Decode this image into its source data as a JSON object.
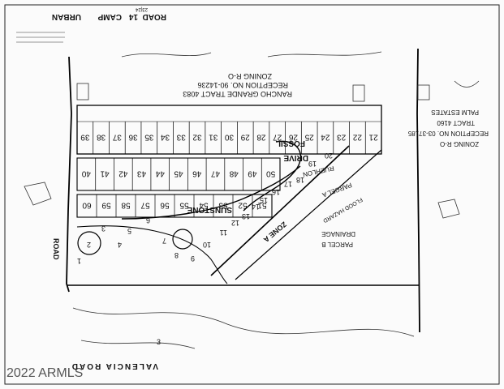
{
  "map": {
    "top_labels": {
      "camp": "CAMP",
      "urban": "URBAN",
      "unit_a": "14",
      "unit_b": "ROAD",
      "grid": "23|24"
    },
    "tract_title": {
      "line1": "RANCHO GRANDE TRACT 4083",
      "line2": "RECEPTION NO. 90-14236",
      "line3": "ZONING R-O"
    },
    "right_block": {
      "zoning": "ZONING R-O",
      "reception": "RECEPTION NO. 03-37185",
      "tract": "TRACT 4160",
      "estates": "PALM ESTATES"
    },
    "street_labels": {
      "fossil": "FOSSIL",
      "drive": "DRIVE",
      "rd": "ROAD",
      "sunstone": "SUNSTONE",
      "ruehlon": "RUEHLON",
      "parcel_a": "PARCEL A",
      "zone_a": "ZONE A",
      "flood": "FLOOD HAZARD",
      "parcel_b": "PARCEL B",
      "drainage": "DRAINAGE"
    },
    "lot_numbers": {
      "north_row": [
        "39",
        "38",
        "37",
        "36",
        "35",
        "34",
        "33",
        "32",
        "31",
        "30",
        "29",
        "28",
        "27",
        "26",
        "25",
        "24",
        "23",
        "22",
        "21"
      ],
      "middle_row": [
        "40",
        "41",
        "42",
        "43",
        "44",
        "45",
        "46",
        "47",
        "48",
        "49",
        "50"
      ],
      "south_row": [
        "60",
        "59",
        "58",
        "57",
        "56",
        "55",
        "54",
        "53",
        "52",
        "51"
      ],
      "lower": [
        "1",
        "2",
        "3",
        "4",
        "5",
        "6",
        "7",
        "8",
        "9",
        "10",
        "11",
        "12",
        "13",
        "14",
        "15",
        "16",
        "17",
        "18",
        "19",
        "20"
      ]
    },
    "bottom": {
      "watermark": "2022 ARMLS",
      "road": "VALENCIA  ROAD",
      "page_mark": "3"
    }
  }
}
